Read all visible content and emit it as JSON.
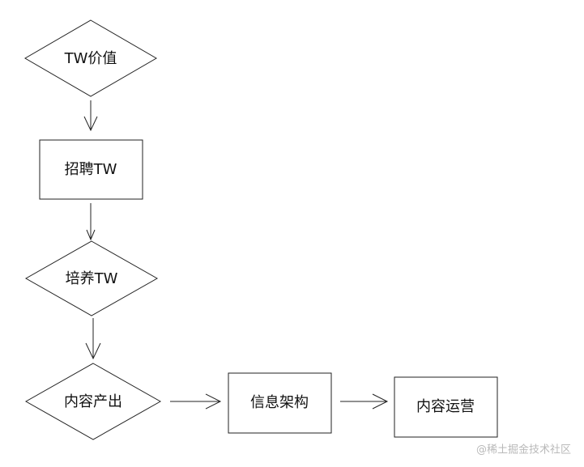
{
  "diagram": {
    "nodes": {
      "tw_value": {
        "label": "TW价值",
        "shape": "diamond"
      },
      "recruit_tw": {
        "label": "招聘TW",
        "shape": "rectangle"
      },
      "train_tw": {
        "label": "培养TW",
        "shape": "diamond"
      },
      "content_output": {
        "label": "内容产出",
        "shape": "diamond"
      },
      "info_architecture": {
        "label": "信息架构",
        "shape": "rectangle"
      },
      "content_operation": {
        "label": "内容运营",
        "shape": "rectangle"
      }
    },
    "edges": [
      {
        "from": "TW价值",
        "to": "招聘TW"
      },
      {
        "from": "招聘TW",
        "to": "培养TW"
      },
      {
        "from": "培养TW",
        "to": "内容产出"
      },
      {
        "from": "内容产出",
        "to": "信息架构"
      },
      {
        "from": "信息架构",
        "to": "内容运营"
      }
    ]
  },
  "watermark": {
    "text": "@稀土掘金技术社区"
  },
  "colors": {
    "line": "#222222",
    "text": "#111111",
    "watermark": "#b9b9b9",
    "background": "#ffffff"
  }
}
